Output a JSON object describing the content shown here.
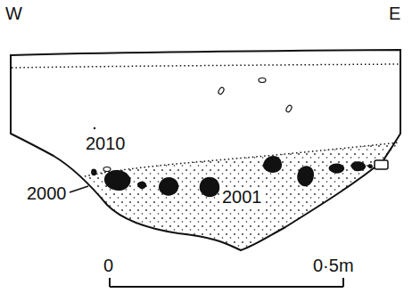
{
  "diagram": {
    "labels": [
      "W",
      "E",
      "2010",
      "2000",
      "2001",
      "0",
      "0·5m"
    ]
  }
}
